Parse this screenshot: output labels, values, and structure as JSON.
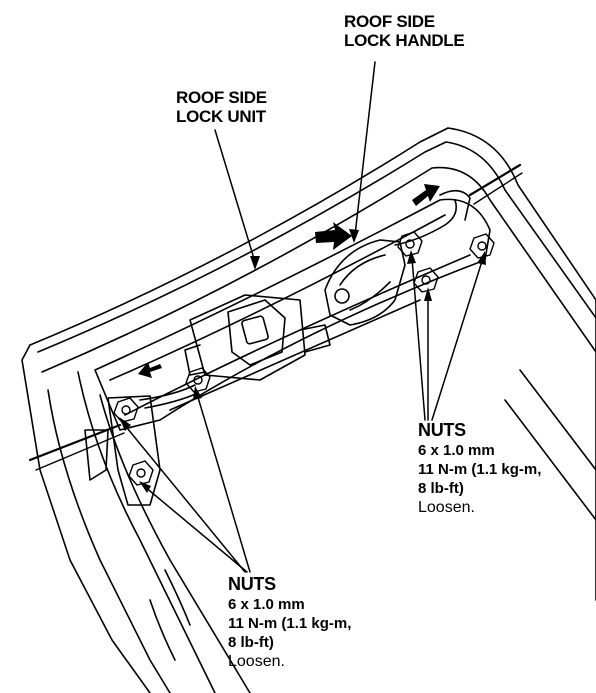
{
  "labels": {
    "handle": [
      "ROOF SIDE",
      "LOCK HANDLE"
    ],
    "unit": [
      "ROOF SIDE",
      "LOCK UNIT"
    ]
  },
  "nuts_right": {
    "title": "NUTS",
    "size": "6 x 1.0 mm",
    "torque_line1": "11 N-m (1.1 kg-m,",
    "torque_line2": "8 lb-ft)",
    "action": "Loosen."
  },
  "nuts_bottom": {
    "title": "NUTS",
    "size": "6 x 1.0 mm",
    "torque_line1": "11 N-m (1.1 kg-m,",
    "torque_line2": "8 lb-ft)",
    "action": "Loosen."
  },
  "colors": {
    "ink": "#000000",
    "paper": "#ffffff"
  }
}
